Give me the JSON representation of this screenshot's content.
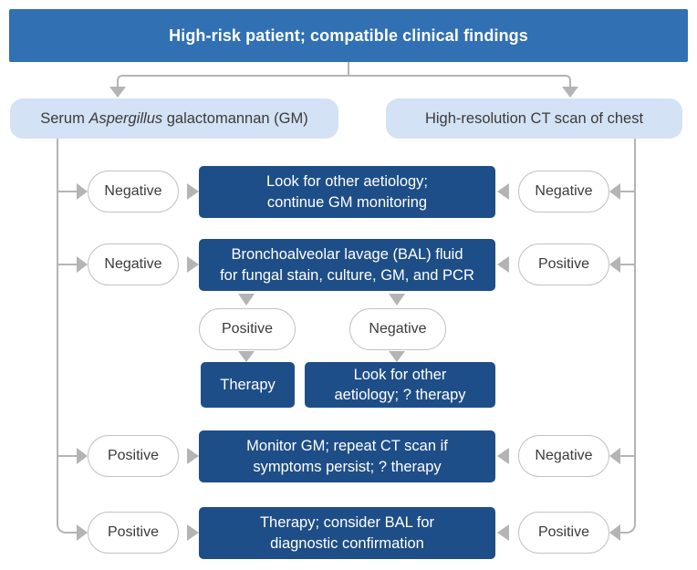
{
  "colors": {
    "banner_blue": "#3070b3",
    "box_navy": "#1e4e87",
    "light_blue": "#d3e2f4",
    "line_gray": "#b4b4b6",
    "oval_border": "#c2c2c2",
    "text_dark": "#3b3b3b",
    "text_white": "#ffffff"
  },
  "banner": {
    "title": "High-risk patient; compatible clinical findings"
  },
  "tests": {
    "left": {
      "prefix": "Serum ",
      "italic": "Aspergillus",
      "suffix": " galactomannan (GM)"
    },
    "right": {
      "label": "High-resolution CT scan of chest"
    }
  },
  "rows": [
    {
      "left": "Negative",
      "box": "Look for other aetiology;\ncontinue GM monitoring",
      "right": "Negative"
    },
    {
      "left": "Negative",
      "box": "Bronchoalveolar lavage (BAL) fluid\nfor fungal stain, culture, GM, and PCR",
      "right": "Positive"
    },
    {
      "left": "Positive",
      "box": "Monitor GM; repeat CT scan if\nsymptoms persist; ? therapy",
      "right": "Negative"
    },
    {
      "left": "Positive",
      "box": "Therapy; consider BAL for\ndiagnostic confirmation",
      "right": "Positive"
    }
  ],
  "bal_branch": {
    "positive": {
      "label": "Positive",
      "box": "Therapy"
    },
    "negative": {
      "label": "Negative",
      "box": "Look for other\naetiology; ? therapy"
    }
  },
  "icons": {
    "arrow_down": "arrow-down",
    "arrow_left": "arrow-left",
    "arrow_right": "arrow-right"
  }
}
